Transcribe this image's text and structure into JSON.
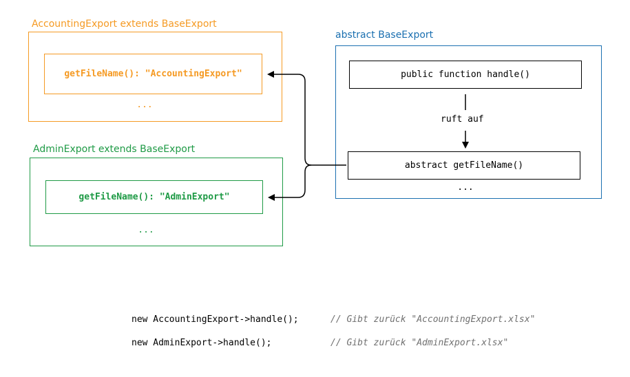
{
  "colors": {
    "accounting": "#f59a23",
    "admin": "#1e9a45",
    "base": "#1a6fb0",
    "text": "#000000",
    "comment": "#707070"
  },
  "accounting": {
    "title": "AccountingExport extends BaseExport",
    "method": "getFileName(): \"AccountingExport\"",
    "dots": "..."
  },
  "admin": {
    "title": "AdminExport extends BaseExport",
    "method": "getFileName(): \"AdminExport\"",
    "dots": "..."
  },
  "base": {
    "title": "abstract BaseExport",
    "handle": "public function handle()",
    "calls_label": "ruft auf",
    "abstract_method": "abstract getFileName()",
    "dots": "..."
  },
  "code": {
    "lines": [
      {
        "statement": "new AccountingExport->handle();",
        "comment": "// Gibt zurück \"AccountingExport.xlsx\""
      },
      {
        "statement": "new AdminExport->handle();",
        "comment": "// Gibt zurück \"AdminExport.xlsx\""
      }
    ]
  }
}
